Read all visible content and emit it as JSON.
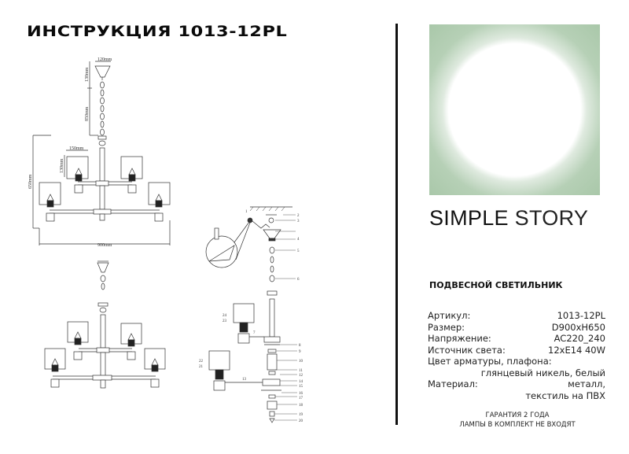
{
  "header": {
    "title": "ИНСТРУКЦИЯ 1013-12PL"
  },
  "brand": {
    "word1": "SIMPLE",
    "word2": "STORY"
  },
  "product": {
    "type": "ПОДВЕСНОЙ СВЕТИЛЬНИК",
    "image_colors": {
      "background": "#a9c7a9",
      "glow": "#ffffff"
    }
  },
  "specs": {
    "article_label": "Артикул:",
    "article_value": "1013-12PL",
    "size_label": "Размер:",
    "size_value": "D900xH650",
    "voltage_label": "Напряжение:",
    "voltage_value": "AC220_240",
    "light_source_label": "Источник света:",
    "light_source_value": "12xE14 40W",
    "color_label": "Цвет арматуры, плафона:",
    "color_value": "глянцевый никель, белый",
    "material_label": "Материал:",
    "material_value_1": "металл,",
    "material_value_2": "текстиль на ПВХ"
  },
  "footer": {
    "warranty": "ГАРАНТИЯ 2 ГОДА",
    "lamps_note": "ЛАМПЫ В КОМПЛЕКТ НЕ ВХОДЯТ"
  },
  "drawing": {
    "dimensions": {
      "canopy_width": "120mm",
      "canopy_height": "130mm",
      "chain_length": "850mm",
      "total_height": "650mm",
      "shade_width": "150mm",
      "shade_height": "130mm",
      "total_width": "900mm"
    },
    "part_numbers": [
      "1",
      "2",
      "3",
      "4",
      "5",
      "6",
      "7",
      "8",
      "9",
      "10",
      "11",
      "12",
      "13",
      "14",
      "15",
      "16",
      "17",
      "18",
      "19",
      "20",
      "21",
      "22",
      "23",
      "24"
    ]
  }
}
